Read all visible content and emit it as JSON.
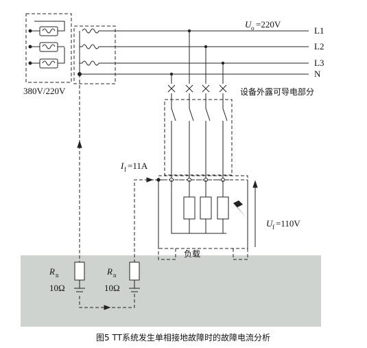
{
  "labels": {
    "uo": "U",
    "uo_sub": "o",
    "uo_value": "=220V",
    "l1": "L1",
    "l2": "L2",
    "l3": "L3",
    "n": "N",
    "transformer_rating": "380V/220V",
    "exposed_parts": "设备外露可导电部分",
    "if_main": "I",
    "if_sub": "f",
    "if_value": "=11A",
    "uf_main": "U",
    "uf_sub": "f",
    "uf_value": "=110V",
    "load": "负载",
    "rn1_main": "R",
    "rn1_sub": "n",
    "rn1_value": "10Ω",
    "rn2_main": "R",
    "rn2_sub": "n",
    "rn2_value": "10Ω"
  },
  "caption": "图5 TT系统发生单相接地故障时的故障电流分析"
}
